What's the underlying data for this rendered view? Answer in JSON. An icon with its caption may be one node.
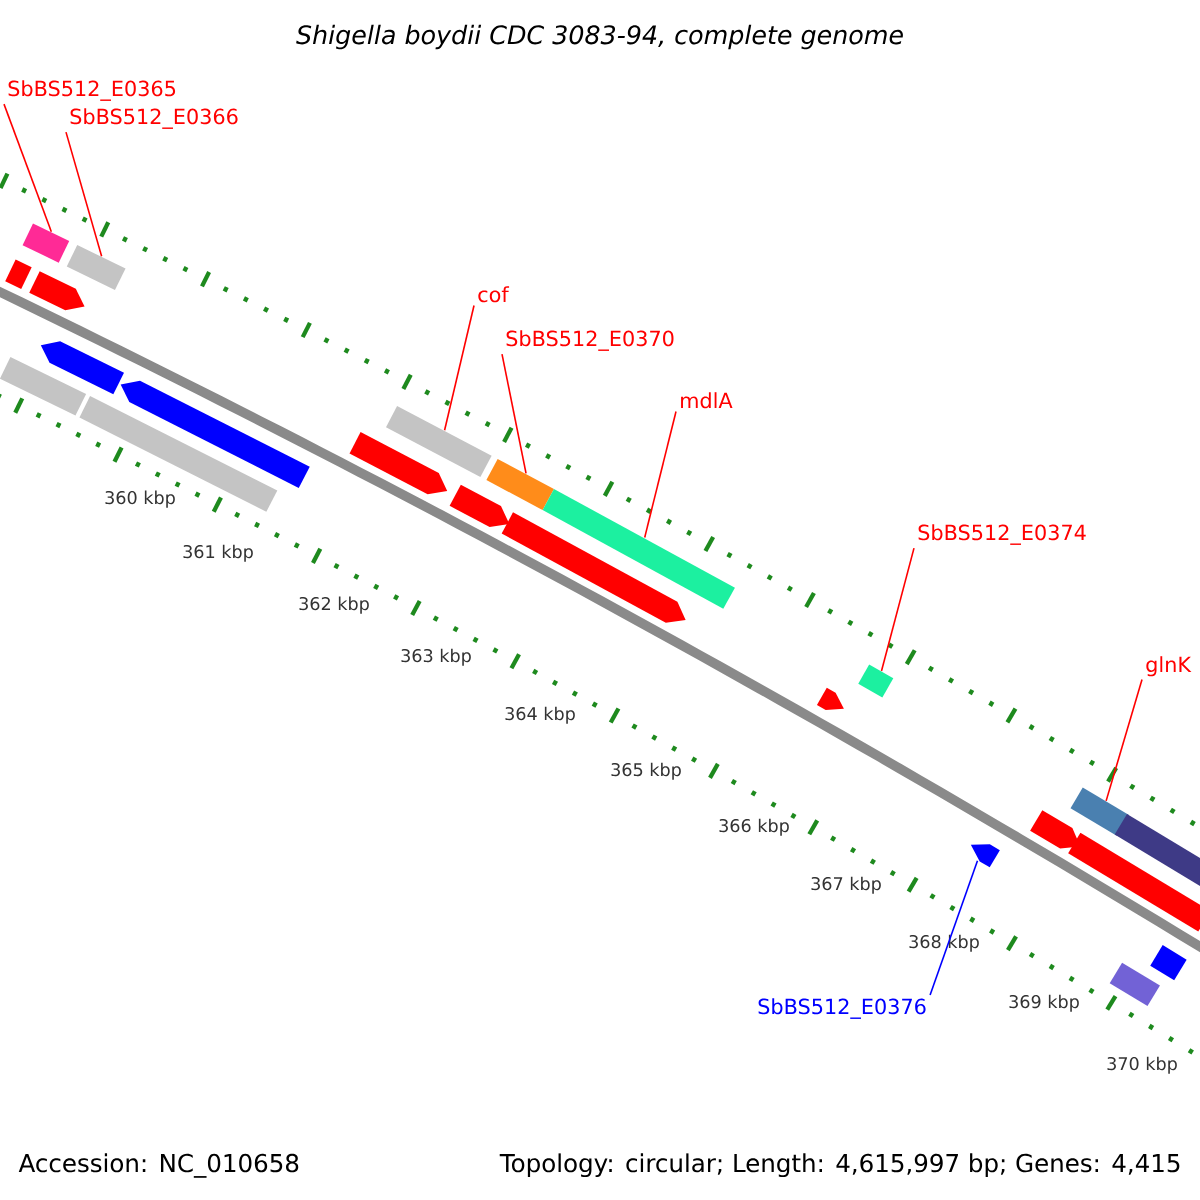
{
  "diagram": {
    "title": "Shigella boydii CDC 3083-94, complete genome",
    "nodes": [
      {
        "text": [
          "SbBS512_E0365"
        ]
      },
      {
        "text": [
          "SbBS512_E0366"
        ]
      },
      {
        "text": [
          "cof"
        ]
      },
      {
        "text": [
          "SbBS512_E0370"
        ]
      },
      {
        "text": [
          "mdlA"
        ]
      },
      {
        "text": [
          "SbBS512_E0374"
        ]
      },
      {
        "text": [
          "glnK"
        ]
      },
      {
        "text": [
          "SbBS512_E0376"
        ]
      },
      {
        "text": [],
        "shape": "bar"
      },
      {
        "text": [],
        "shape": "bar"
      },
      {
        "text": [],
        "shape": "pentagon"
      },
      {
        "text": [],
        "shape": "bar"
      },
      {
        "text": [],
        "shape": "bar"
      },
      {
        "text": [],
        "shape": "pentagon"
      },
      {
        "text": [],
        "shape": "bar"
      },
      {
        "text": [],
        "shape": "pentagon"
      },
      {
        "text": [],
        "shape": "pentagon"
      },
      {
        "text": [],
        "shape": "bar"
      },
      {
        "text": [],
        "shape": "pentagon"
      },
      {
        "text": [],
        "shape": "bar"
      },
      {
        "text": [],
        "shape": "pentagon"
      },
      {
        "text": [],
        "shape": "bar"
      },
      {
        "text": [],
        "shape": "pentagon"
      },
      {
        "text": [],
        "shape": "bar"
      },
      {
        "text": [],
        "shape": "pentagon"
      },
      {
        "text": [],
        "shape": "pentagon"
      },
      {
        "text": [],
        "shape": "bar"
      },
      {
        "text": [],
        "shape": "bar"
      },
      {
        "text": [],
        "shape": "bar"
      },
      {
        "text": [],
        "shape": "bar"
      },
      {
        "text": [],
        "shape": "bar"
      }
    ],
    "edges": [
      {
        "from": 0,
        "to": 9,
        "arrow": "none"
      },
      {
        "from": 1,
        "to": 12,
        "arrow": "none"
      },
      {
        "from": 2,
        "to": 17,
        "arrow": "none"
      },
      {
        "from": 3,
        "to": 19,
        "arrow": "none"
      },
      {
        "from": 4,
        "to": 21,
        "arrow": "none"
      },
      {
        "from": 5,
        "to": 23,
        "arrow": "none"
      },
      {
        "from": 6,
        "to": 26,
        "arrow": "none"
      },
      {
        "from": 7,
        "to": 24,
        "arrow": "none",
        "color": "#0000ff"
      }
    ],
    "labels": [
      "360 kbp",
      "361 kbp",
      "362 kbp",
      "363 kbp",
      "364 kbp",
      "365 kbp",
      "366 kbp",
      "367 kbp",
      "368 kbp",
      "369 kbp",
      "370 kbp",
      "Accession: NC_010658",
      "Topology: circular; Length: 4,615,997 bp; Genes: 4,415"
    ]
  }
}
